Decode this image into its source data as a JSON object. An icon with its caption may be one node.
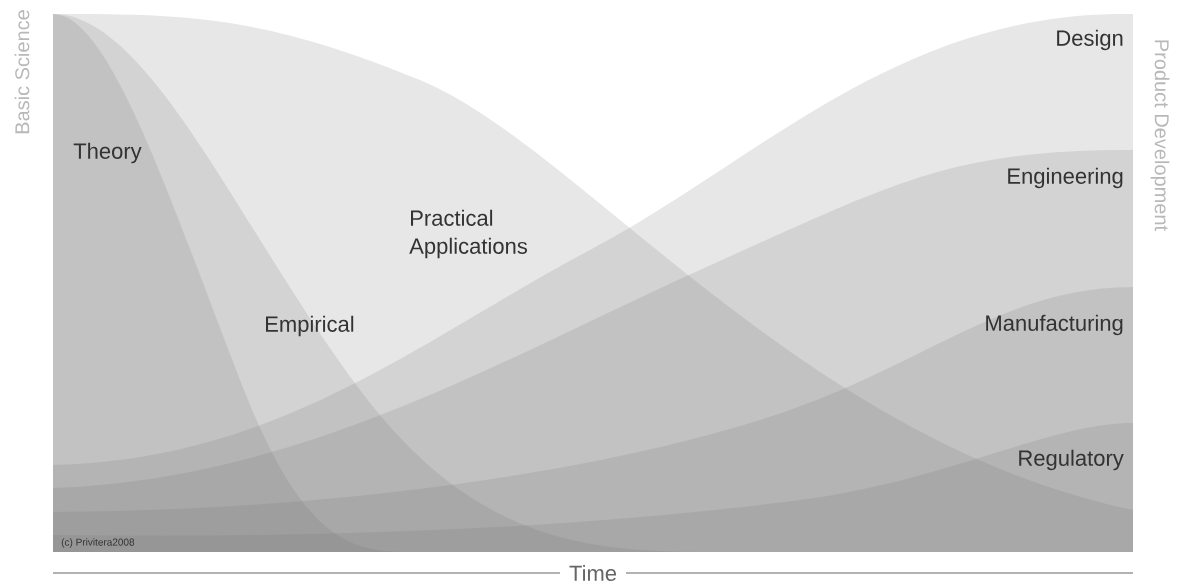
{
  "diagram": {
    "labels": [
      "Basic Science",
      "Product Development",
      "Theory",
      "Empirical",
      "Practical Applications",
      "Design",
      "Engineering",
      "Manufacturing",
      "Regulatory",
      "(c) Privitera2008",
      "Time"
    ]
  }
}
